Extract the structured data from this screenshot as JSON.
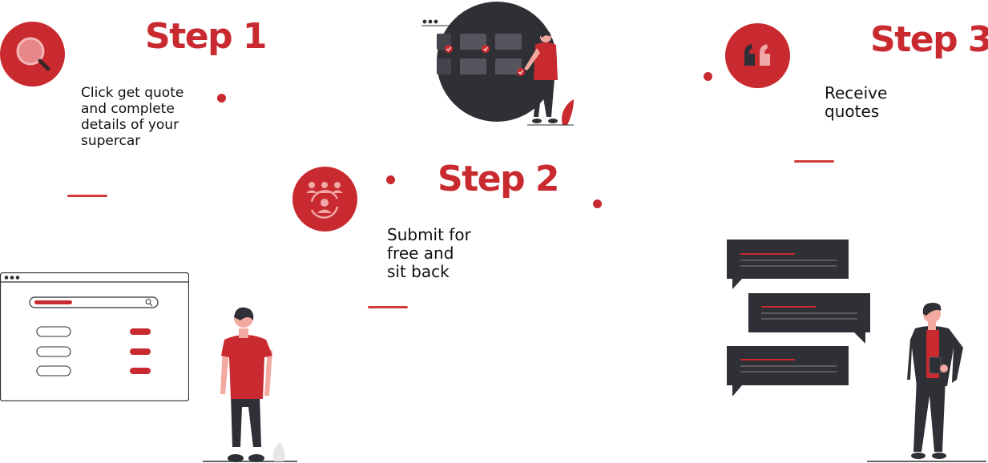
{
  "colors": {
    "accent": "#c92a2f",
    "dark": "#2f2f36",
    "text": "#111111"
  },
  "steps": [
    {
      "title": "Step 1",
      "icon": "search-icon",
      "description": [
        "Click get quote",
        "and complete",
        "details of your",
        "supercar"
      ]
    },
    {
      "title": "Step 2",
      "icon": "people-icon",
      "description": [
        "Submit for",
        "free and",
        "sit back"
      ]
    },
    {
      "title": "Step 3",
      "icon": "quote-icon",
      "description": [
        "Receive",
        "quotes"
      ]
    }
  ]
}
